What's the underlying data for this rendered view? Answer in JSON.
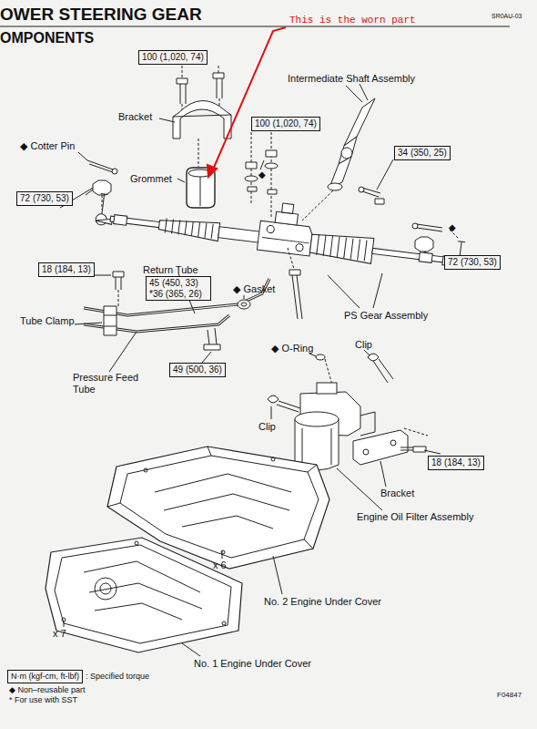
{
  "diagram": {
    "title": "OWER STEERING GEAR",
    "nodes": [
      {
        "text": [
          "100 (1,020, 74)"
        ]
      },
      {
        "text": [
          "100 (1,020, 74)"
        ]
      },
      {
        "text": [
          "34 (350, 25)"
        ]
      },
      {
        "text": [
          "72 (730, 53)"
        ]
      },
      {
        "text": [
          "72 (730, 53)"
        ]
      },
      {
        "text": [
          "18 (184, 13)"
        ]
      },
      {
        "text": [
          "45 (450, 33) *36 (365, 26)"
        ]
      },
      {
        "text": [
          "49 (500, 36)"
        ]
      },
      {
        "text": [
          "18 (184, 13)"
        ]
      },
      {
        "text": [
          "N·m (kgf-cm, ft-lbf)"
        ]
      }
    ],
    "labels": [
      "OMPONENTS",
      "SR0AU-03",
      "This is the worn part",
      "Bracket",
      "Intermediate Shaft Assembly",
      "◆ Cotter Pin",
      "Grommet",
      "◆",
      "◆",
      "Return Tube",
      "Tube Clamp",
      "◆ Gasket",
      "PS Gear Assembly",
      "Pressure Feed Tube",
      "◆ O-Ring",
      "Clip",
      "Clip",
      "Bracket",
      "Engine Oil Filter Assembly",
      "x 6",
      "No. 2 Engine Under Cover",
      "x 7",
      "No. 1 Engine Under Cover",
      "F04847"
    ],
    "legend": [
      {
        "text": ": Specified torque"
      },
      {
        "text": "◆ Non–reusable part"
      },
      {
        "text": "* For use with SST"
      }
    ]
  }
}
